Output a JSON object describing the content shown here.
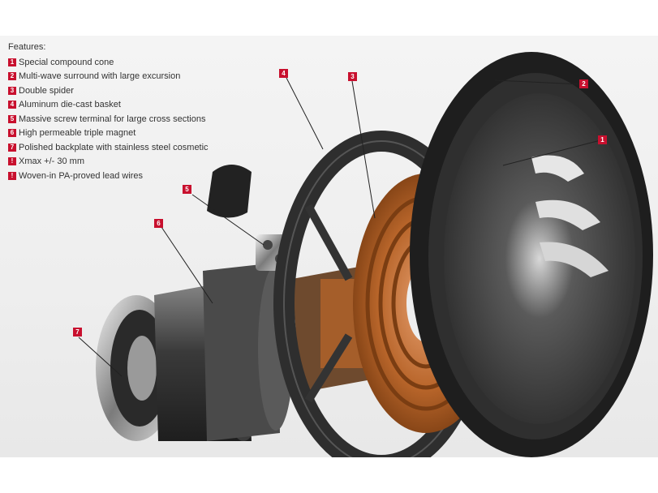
{
  "features": {
    "title": "Features:",
    "items": [
      {
        "num": "1",
        "label": "Special compound cone"
      },
      {
        "num": "2",
        "label": "Multi-wave surround with large excursion"
      },
      {
        "num": "3",
        "label": "Double spider"
      },
      {
        "num": "4",
        "label": "Aluminum die-cast basket"
      },
      {
        "num": "5",
        "label": "Massive screw terminal for large cross sections"
      },
      {
        "num": "6",
        "label": "High permeable triple magnet"
      },
      {
        "num": "7",
        "label": "Polished backplate with stainless steel cosmetic"
      },
      {
        "num": "!",
        "label": "Xmax +/- 30 mm"
      },
      {
        "num": "!",
        "label": "Woven-in PA-proved lead wires"
      }
    ]
  },
  "callouts": {
    "c1": "1",
    "c2": "2",
    "c3": "3",
    "c4": "4",
    "c5": "5",
    "c6": "6",
    "c7": "7"
  },
  "colors": {
    "accent": "#c8102e",
    "rubber": "#2b2b2b",
    "copper": "#b8652a"
  }
}
